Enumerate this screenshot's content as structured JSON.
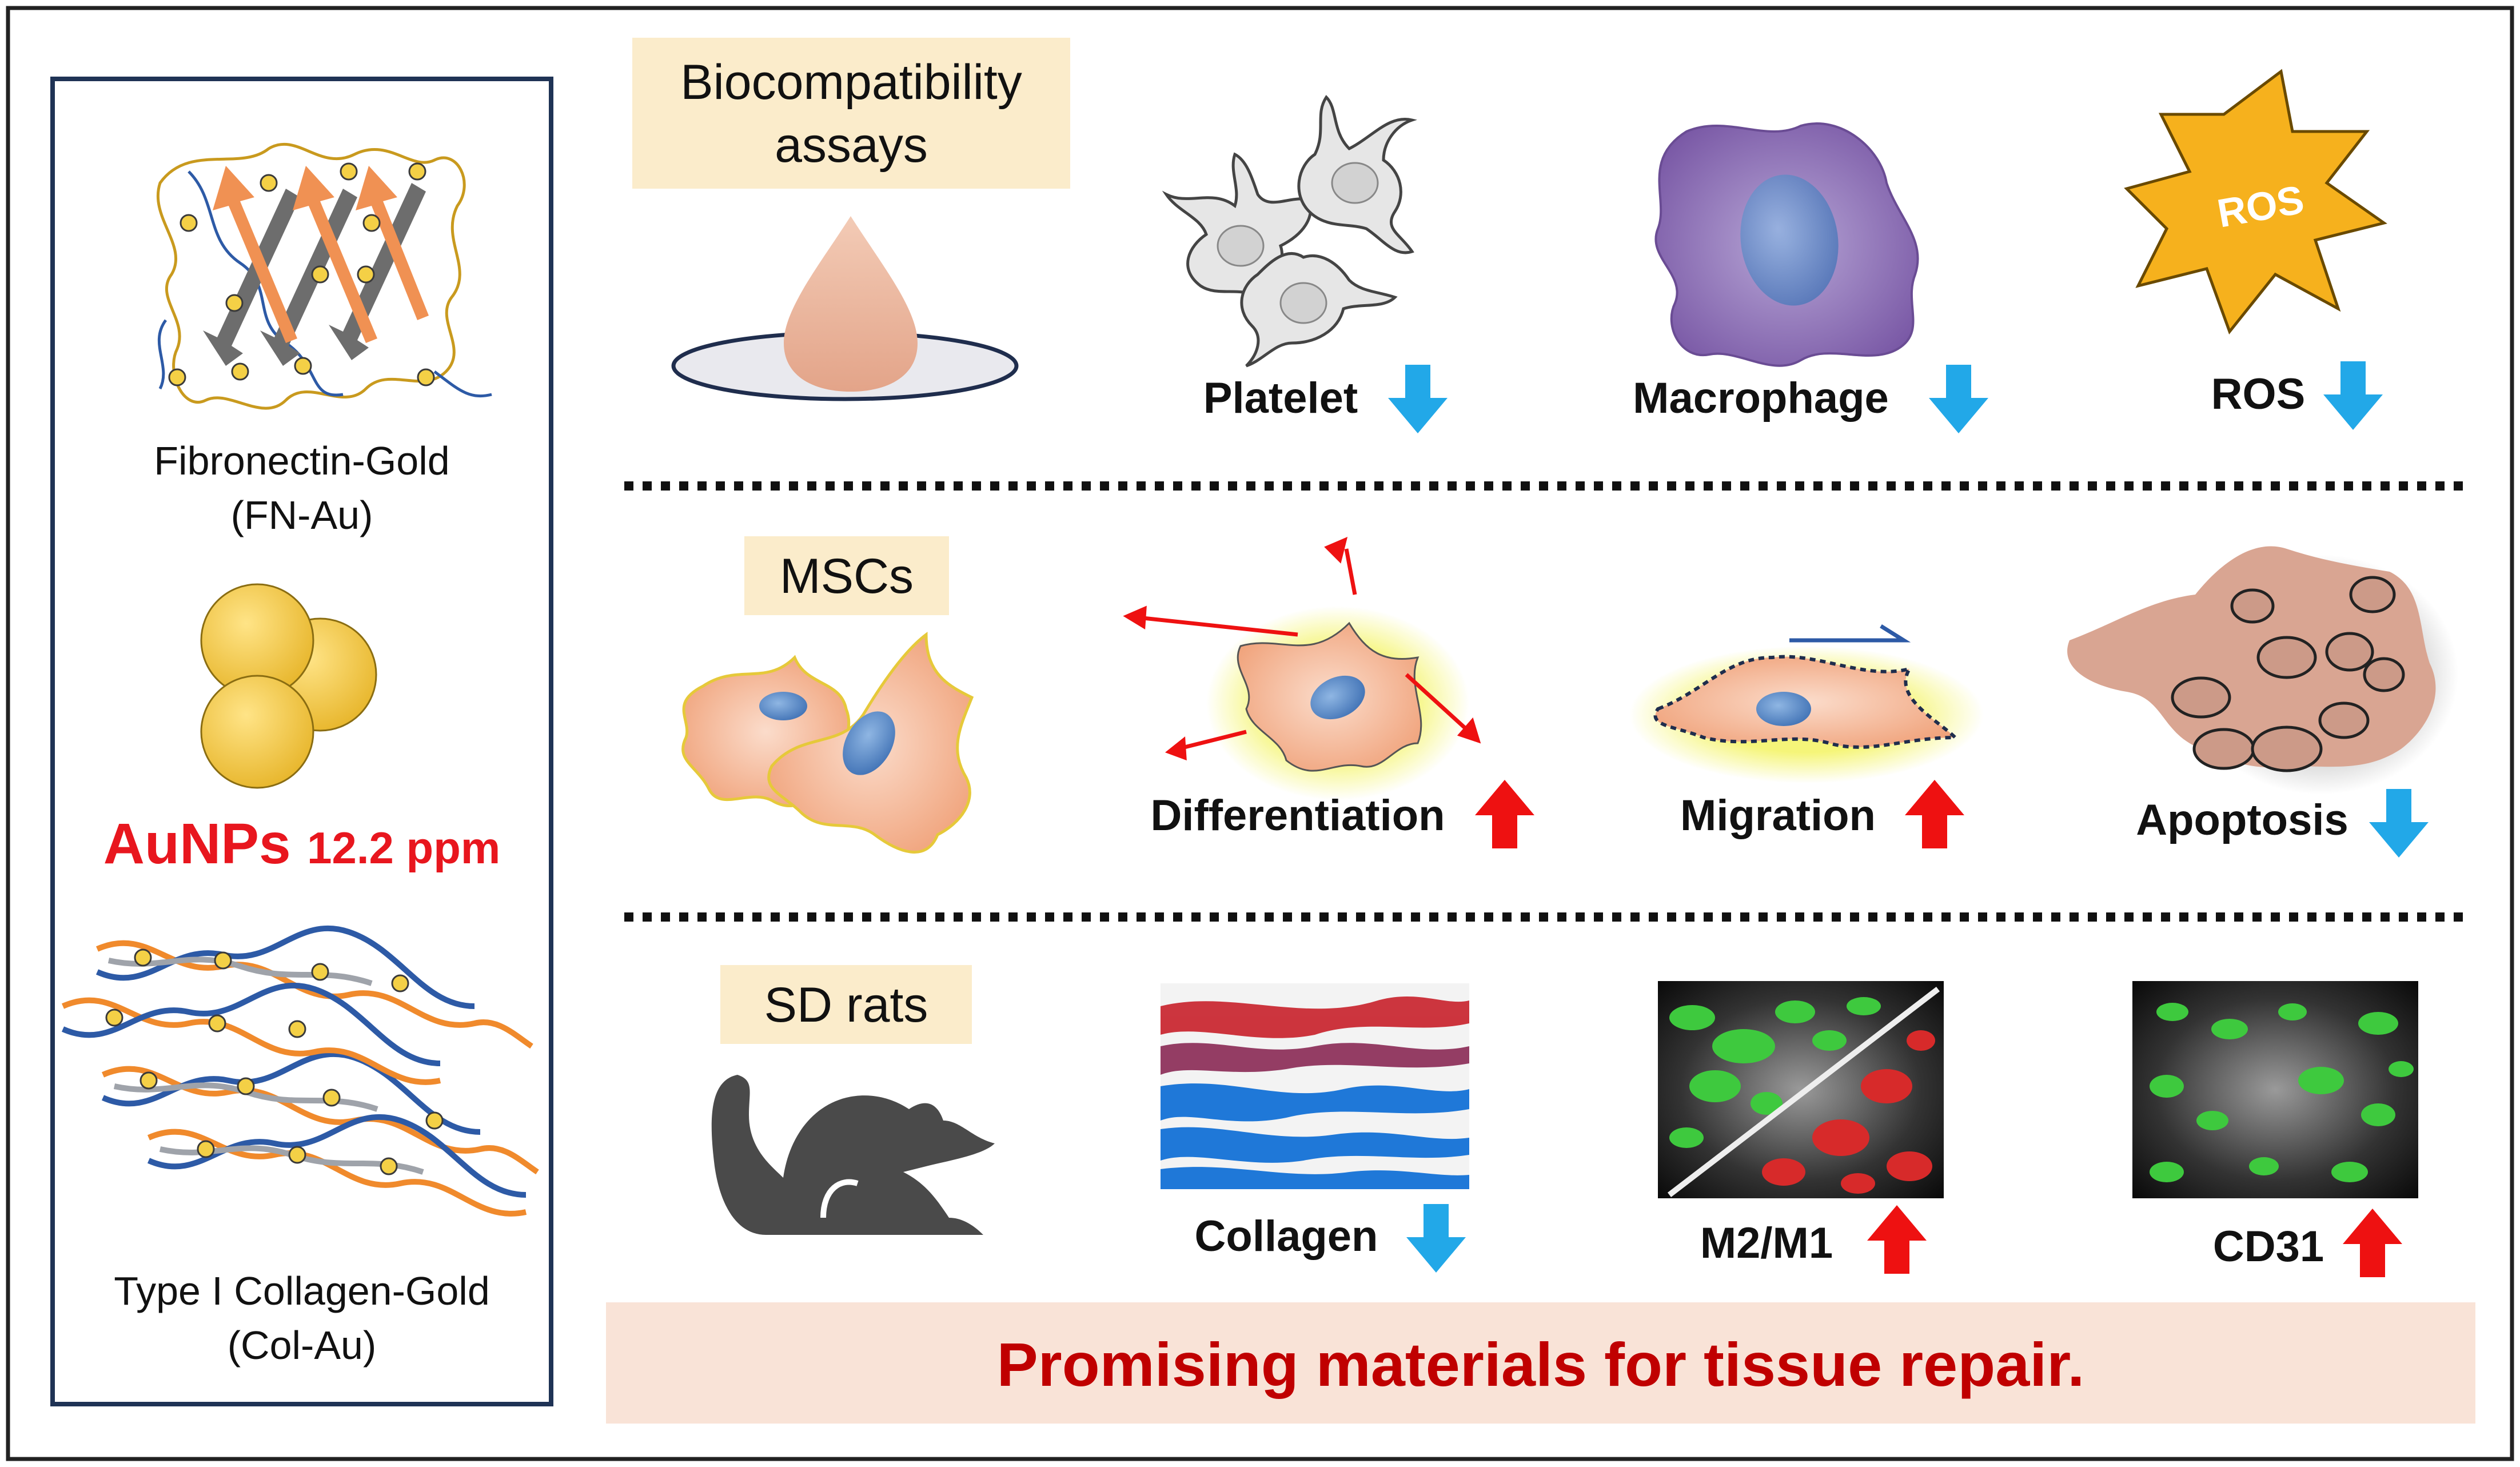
{
  "left_panel": {
    "fn_au_name": "Fibronectin-Gold",
    "fn_au_abbr": "(FN-Au)",
    "aunps_label": "AuNPs",
    "aunps_conc": "12.2 ppm",
    "col_au_name": "Type I Collagen-Gold",
    "col_au_abbr": "(Col-Au)"
  },
  "rows": [
    {
      "title": [
        "Biocompatibility",
        "assays"
      ],
      "items": [
        {
          "label": "Platelet",
          "trend": "down"
        },
        {
          "label": "Macrophage",
          "trend": "down"
        },
        {
          "label": "ROS",
          "trend": "down"
        }
      ],
      "ros_burst_text": "ROS"
    },
    {
      "title": [
        "MSCs"
      ],
      "items": [
        {
          "label": "Differentiation",
          "trend": "up"
        },
        {
          "label": "Migration",
          "trend": "up"
        },
        {
          "label": "Apoptosis",
          "trend": "down"
        }
      ]
    },
    {
      "title": [
        "SD rats"
      ],
      "items": [
        {
          "label": "Collagen",
          "trend": "down"
        },
        {
          "label": "M2/M1",
          "trend": "up"
        },
        {
          "label": "CD31",
          "trend": "up"
        }
      ]
    }
  ],
  "conclusion": "Promising materials for tissue repair.",
  "colors": {
    "up_arrow": "#ee1111",
    "down_arrow": "#22a8e8",
    "title_box": "#fbeccb",
    "conclusion_box": "#f9e3d7",
    "conclusion_text": "#c00000",
    "aunps_text": "#e8161e"
  }
}
